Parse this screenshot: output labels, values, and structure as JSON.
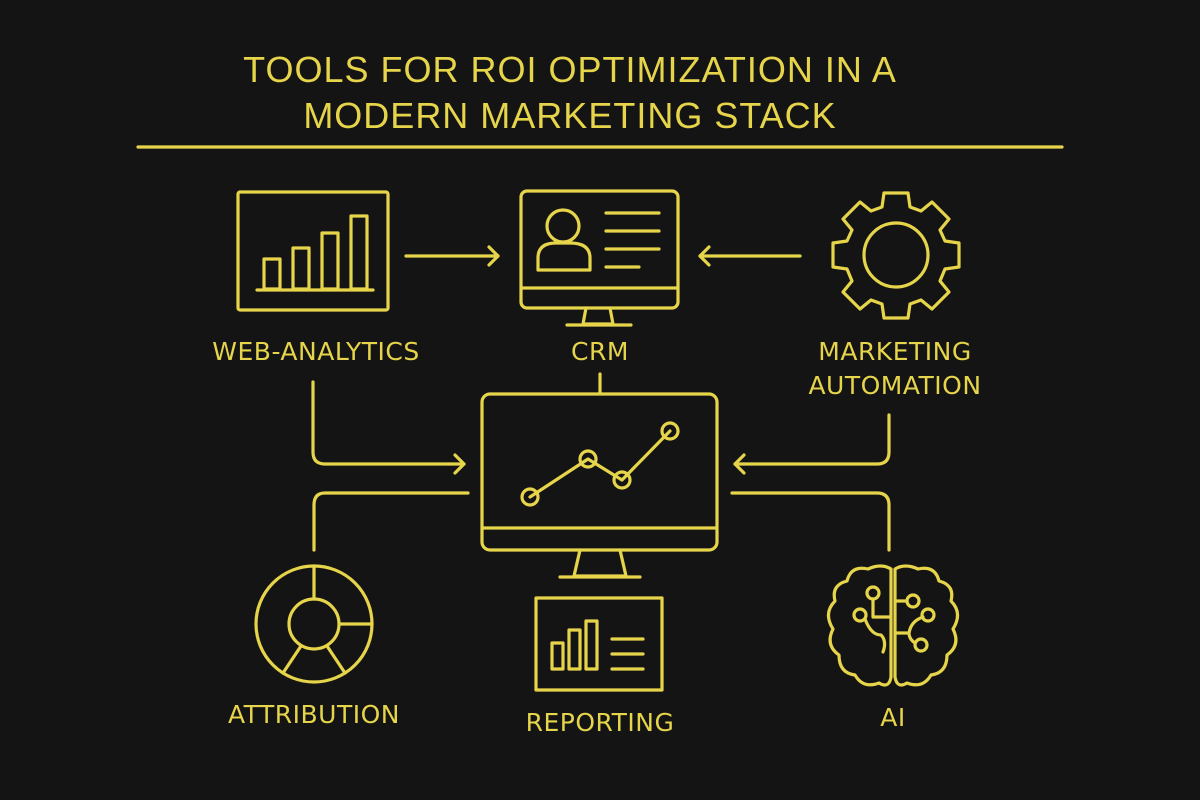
{
  "title": {
    "line1": "TOOLS FOR ROI OPTIMIZATION IN A",
    "line2": "MODERN MARKETING STACK"
  },
  "colors": {
    "background": "#141414",
    "accent": "#e6d44a"
  },
  "nodes": {
    "web_analytics": {
      "label": "WEB-ANALYTICS",
      "icon": "bar-chart-frame-icon"
    },
    "crm": {
      "label": "CRM",
      "icon": "monitor-contact-card-icon"
    },
    "marketing_automation": {
      "label_line1": "MARKETING",
      "label_line2": "AUTOMATION",
      "icon": "gear-icon"
    },
    "hub": {
      "icon": "monitor-line-chart-icon"
    },
    "attribution": {
      "label": "ATTRIBUTION",
      "icon": "donut-chart-icon"
    },
    "reporting": {
      "label": "REPORTING",
      "icon": "report-board-icon"
    },
    "ai": {
      "label": "AI",
      "icon": "circuit-brain-icon"
    }
  },
  "connections": [
    {
      "from": "web_analytics",
      "to": "crm",
      "arrow": true
    },
    {
      "from": "marketing_automation",
      "to": "crm",
      "arrow": true
    },
    {
      "from": "crm",
      "to": "hub",
      "arrow": false
    },
    {
      "from": "web_analytics",
      "to": "hub",
      "arrow": true
    },
    {
      "from": "marketing_automation",
      "to": "hub",
      "arrow": true
    },
    {
      "from": "hub",
      "to": "attribution",
      "arrow": false
    },
    {
      "from": "hub",
      "to": "ai",
      "arrow": false
    }
  ]
}
